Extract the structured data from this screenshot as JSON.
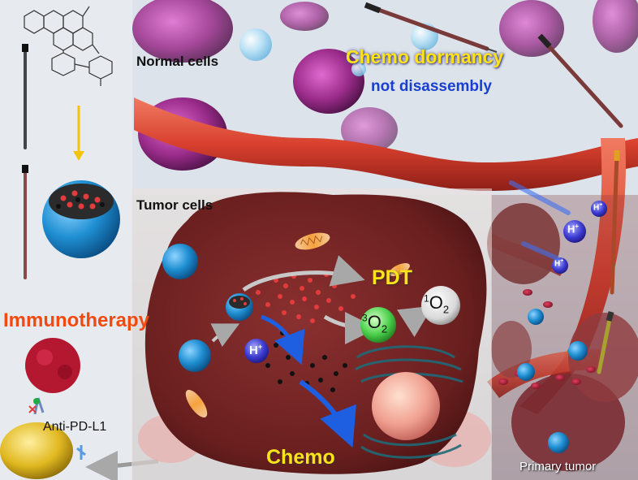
{
  "labels": {
    "normal_cells": "Normal cells",
    "chemo_dormancy": "Chemo dormancy",
    "not_disassembly": "not disassembly",
    "tumor_cells": "Tumor cells",
    "pdt": "PDT",
    "immunotherapy": "Immunotherapy",
    "anti_pd_l1": "Anti-PD-L1",
    "chemo": "Chemo",
    "primary_tumor": "Primary tumor"
  },
  "molecules": {
    "proton": "H",
    "proton_charge": "+",
    "triplet_oxygen_sup": "3",
    "triplet_oxygen": "O",
    "triplet_oxygen_sub": "2",
    "singlet_oxygen_sup": "1",
    "singlet_oxygen": "O",
    "singlet_oxygen_sub": "2"
  },
  "colors": {
    "label_black": "#111111",
    "label_yellow": "#ffe21a",
    "label_blue": "#1a3fd0",
    "label_orange": "#f04a10",
    "label_white": "#ffffff",
    "vessel_red": "#d8402e",
    "cell_maroon": "#6a1f1f",
    "nanoparticle_blue": "#1f8fd2",
    "arrow_blue": "#1e5ee0",
    "arrow_gray": "#9a9a9a",
    "arrow_yellow": "#f2c40a"
  }
}
